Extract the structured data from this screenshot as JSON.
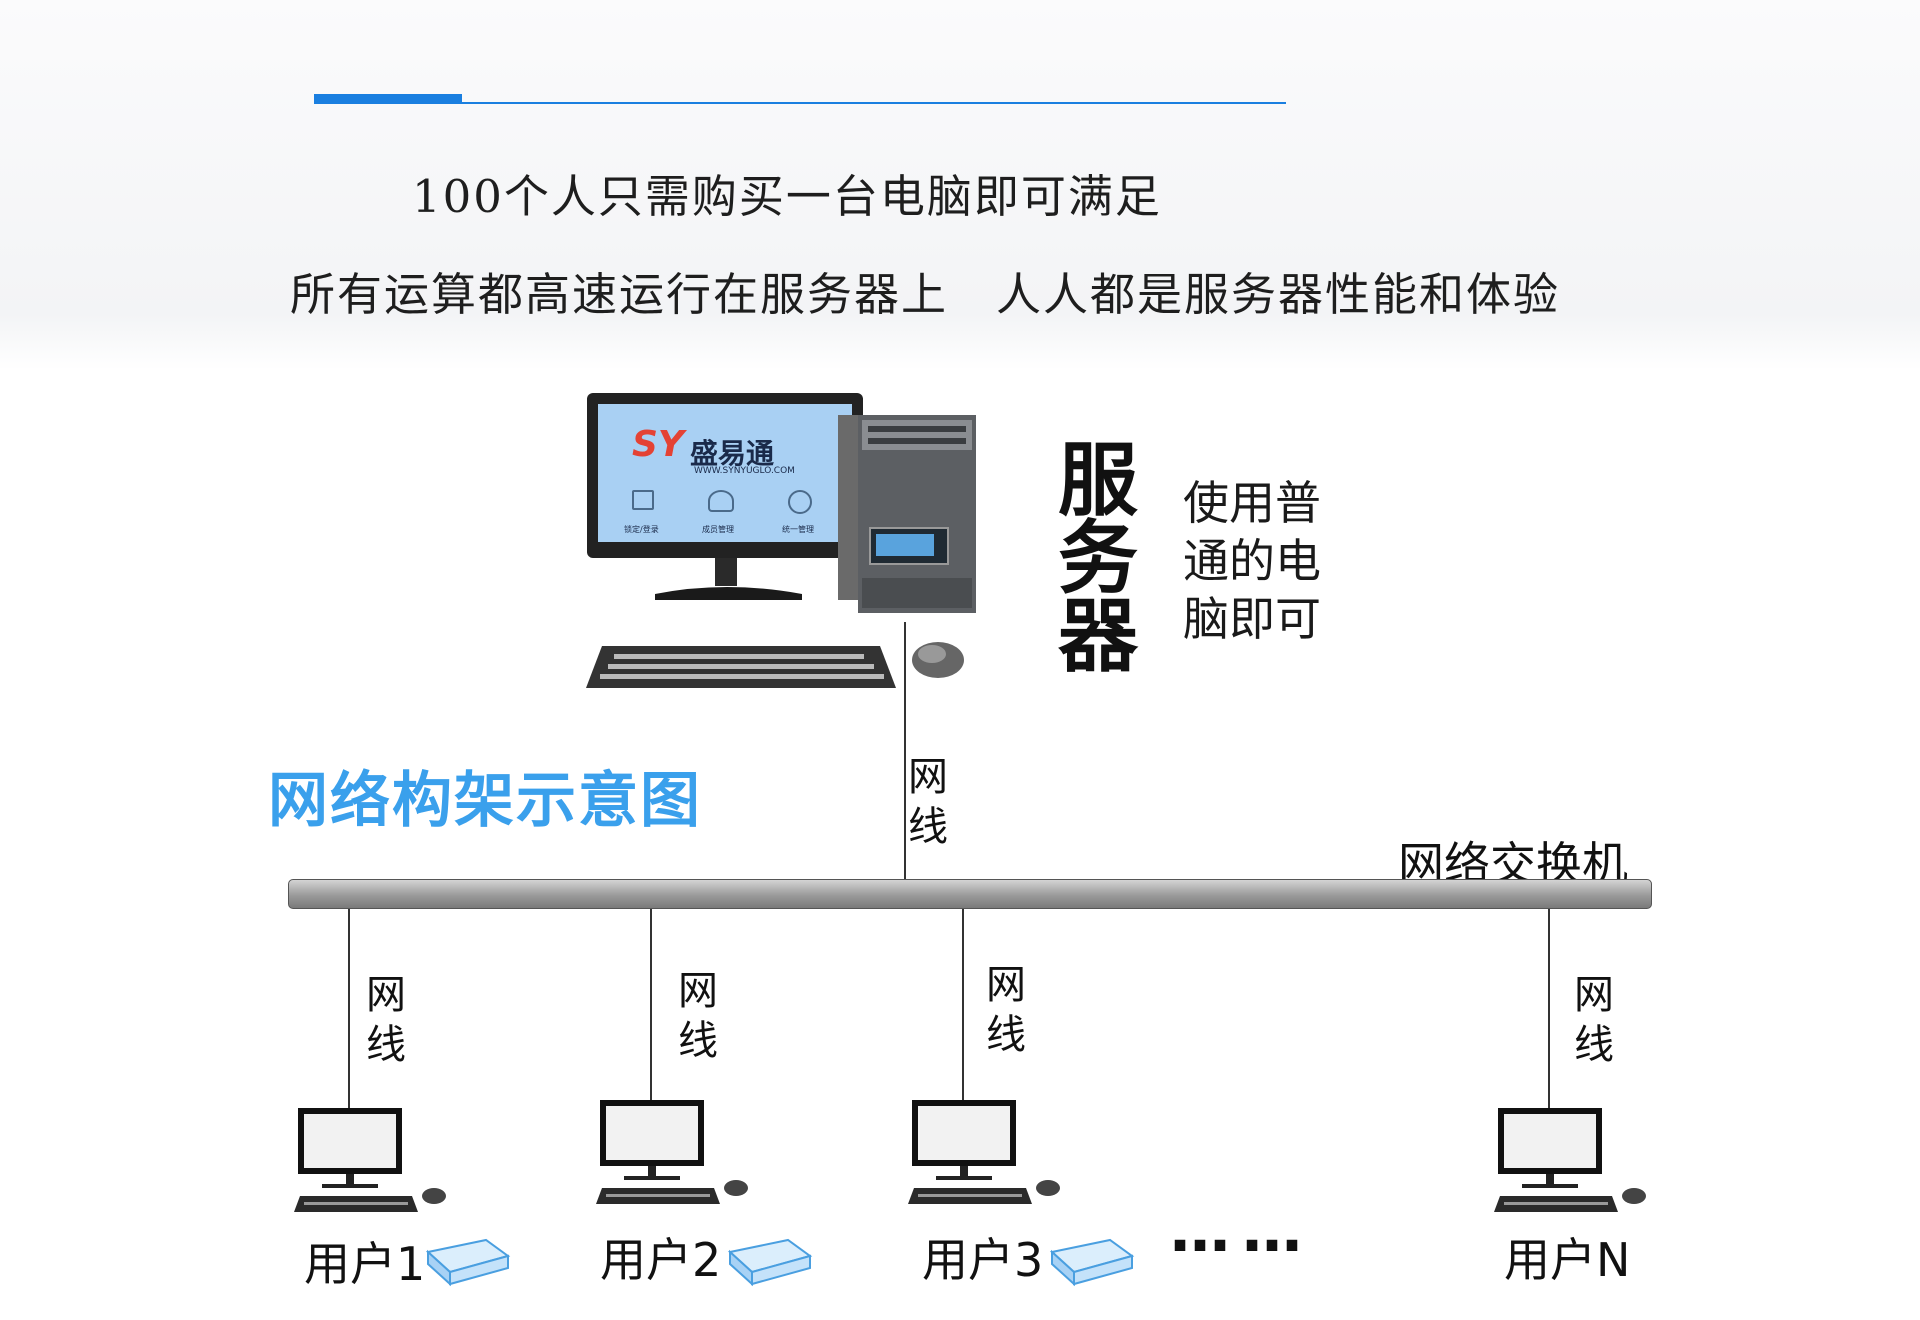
{
  "header": {
    "line1": "100个人只需购买一台电脑即可满足",
    "line2a": "所有运算都高速运行在服务器上",
    "line2b": "人人都是服务器性能和体验"
  },
  "diagram": {
    "title": "网络构架示意图",
    "server_label": "服务器",
    "server_note": "使用普通的电脑即可",
    "switch_label": "网络交换机",
    "cable_label": "网线",
    "ellipsis": "……",
    "users": [
      "用户1",
      "用户2",
      "用户3",
      "用户N"
    ]
  },
  "server_screen": {
    "logo": "SY",
    "brand": "盛易通",
    "url": "WWW.SYNYUGLO.COM",
    "icons": [
      "lock-icon",
      "users-icon",
      "settings-icon"
    ],
    "icon_labels": [
      "锁定/登录",
      "成员管理",
      "统一管理"
    ]
  },
  "colors": {
    "accent": "#1a7fe0",
    "title_blue": "#3aa0ec",
    "screen_blue": "#9ec8ee"
  }
}
